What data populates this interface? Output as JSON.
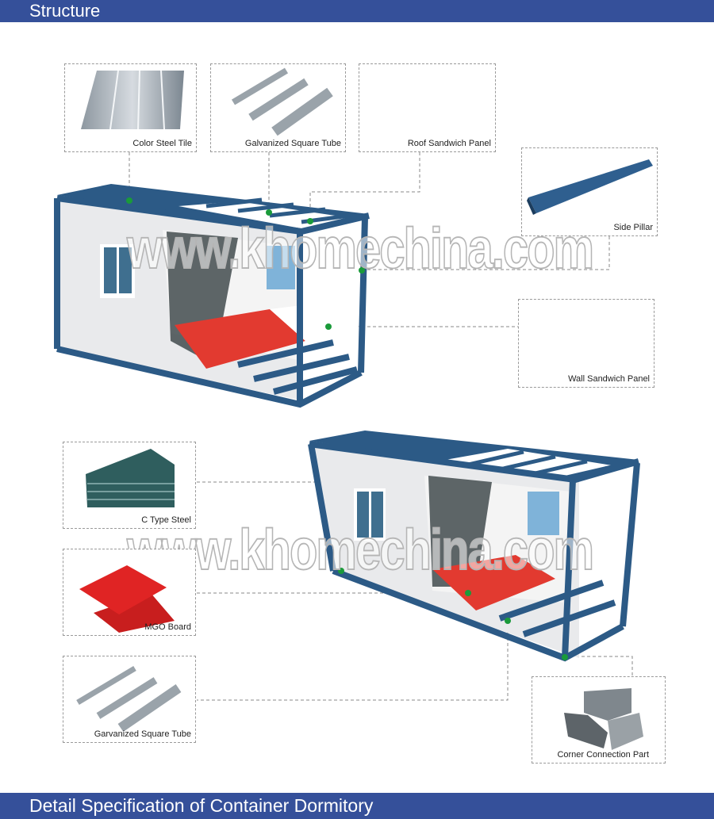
{
  "header": {
    "title": "Structure"
  },
  "footer": {
    "title": "Detail Specification of Container Dormitory"
  },
  "watermark": "www.khomechina.com",
  "colors": {
    "bar": "#35509a",
    "frame": "#2c5a86",
    "marker": "#1a9a3a",
    "floor": "#e23a30"
  },
  "diagram_top": {
    "components": [
      {
        "label": "Color Steel Tile"
      },
      {
        "label": "Galvanized Square Tube"
      },
      {
        "label": "Roof Sandwich Panel"
      },
      {
        "label": "Side Pillar"
      },
      {
        "label": "Wall Sandwich Panel"
      }
    ]
  },
  "diagram_bottom": {
    "components": [
      {
        "label": "C Type Steel"
      },
      {
        "label": "MGO Board"
      },
      {
        "label": "Garvanized Square Tube"
      },
      {
        "label": "Corner Connection Part"
      }
    ]
  }
}
